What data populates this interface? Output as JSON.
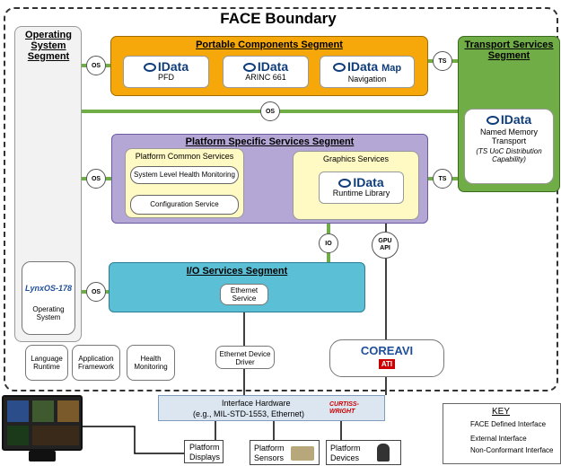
{
  "face_boundary": {
    "title": "FACE Boundary"
  },
  "os_segment": {
    "title": "Operating System Segment",
    "lynx_logo": "LynxOS-178",
    "os_label": "Operating System",
    "language_runtime": "Language Runtime",
    "application_framework": "Application Framework",
    "health_monitoring": "Health Monitoring"
  },
  "portable_components": {
    "title": "Portable Components Segment",
    "apps": [
      {
        "logo": "IData",
        "sub_logo": "",
        "label": "PFD"
      },
      {
        "logo": "IData",
        "sub_logo": "",
        "label": "ARINC 661"
      },
      {
        "logo": "IData",
        "sub_logo": "Map",
        "label": "Navigation"
      }
    ]
  },
  "transport_services": {
    "title": "Transport Services Segment",
    "logo": "IData",
    "name": "Named Memory Transport",
    "capability": "(TS UoC Distribution Capability)"
  },
  "platform_specific": {
    "title": "Platform Specific Services Segment",
    "common": {
      "title": "Platform Common Services",
      "items": [
        "System Level Health Monitoring",
        "Configuration Service"
      ]
    },
    "graphics": {
      "title": "Graphics Services",
      "logo": "IData",
      "label": "Runtime Library"
    }
  },
  "io_segment": {
    "title": "I/O Services Segment",
    "ethernet_service": "Ethernet Service"
  },
  "interfaces": {
    "os": "OS",
    "ts": "TS",
    "io": "IO",
    "gpu_api": "GPU API"
  },
  "drivers": {
    "ethernet_driver": "Ethernet Device Driver",
    "coreavi": "COREAVI",
    "ati": "ATI"
  },
  "hardware": {
    "line1": "Interface Hardware",
    "line2": "(e.g., MIL-STD-1553, Ethernet)",
    "curtiss": "CURTISS-WRIGHT",
    "platform_displays": "Platform Displays",
    "platform_sensors": "Platform Sensors",
    "platform_devices": "Platform Devices"
  },
  "key": {
    "title": "KEY",
    "face_interface": "FACE Defined Interface",
    "external_interface": "External Interface",
    "non_conformant": "Non-Conformant Interface",
    "colors": {
      "face": "#70ad47",
      "external": "#000000",
      "non_conformant": "#e0201c"
    }
  }
}
